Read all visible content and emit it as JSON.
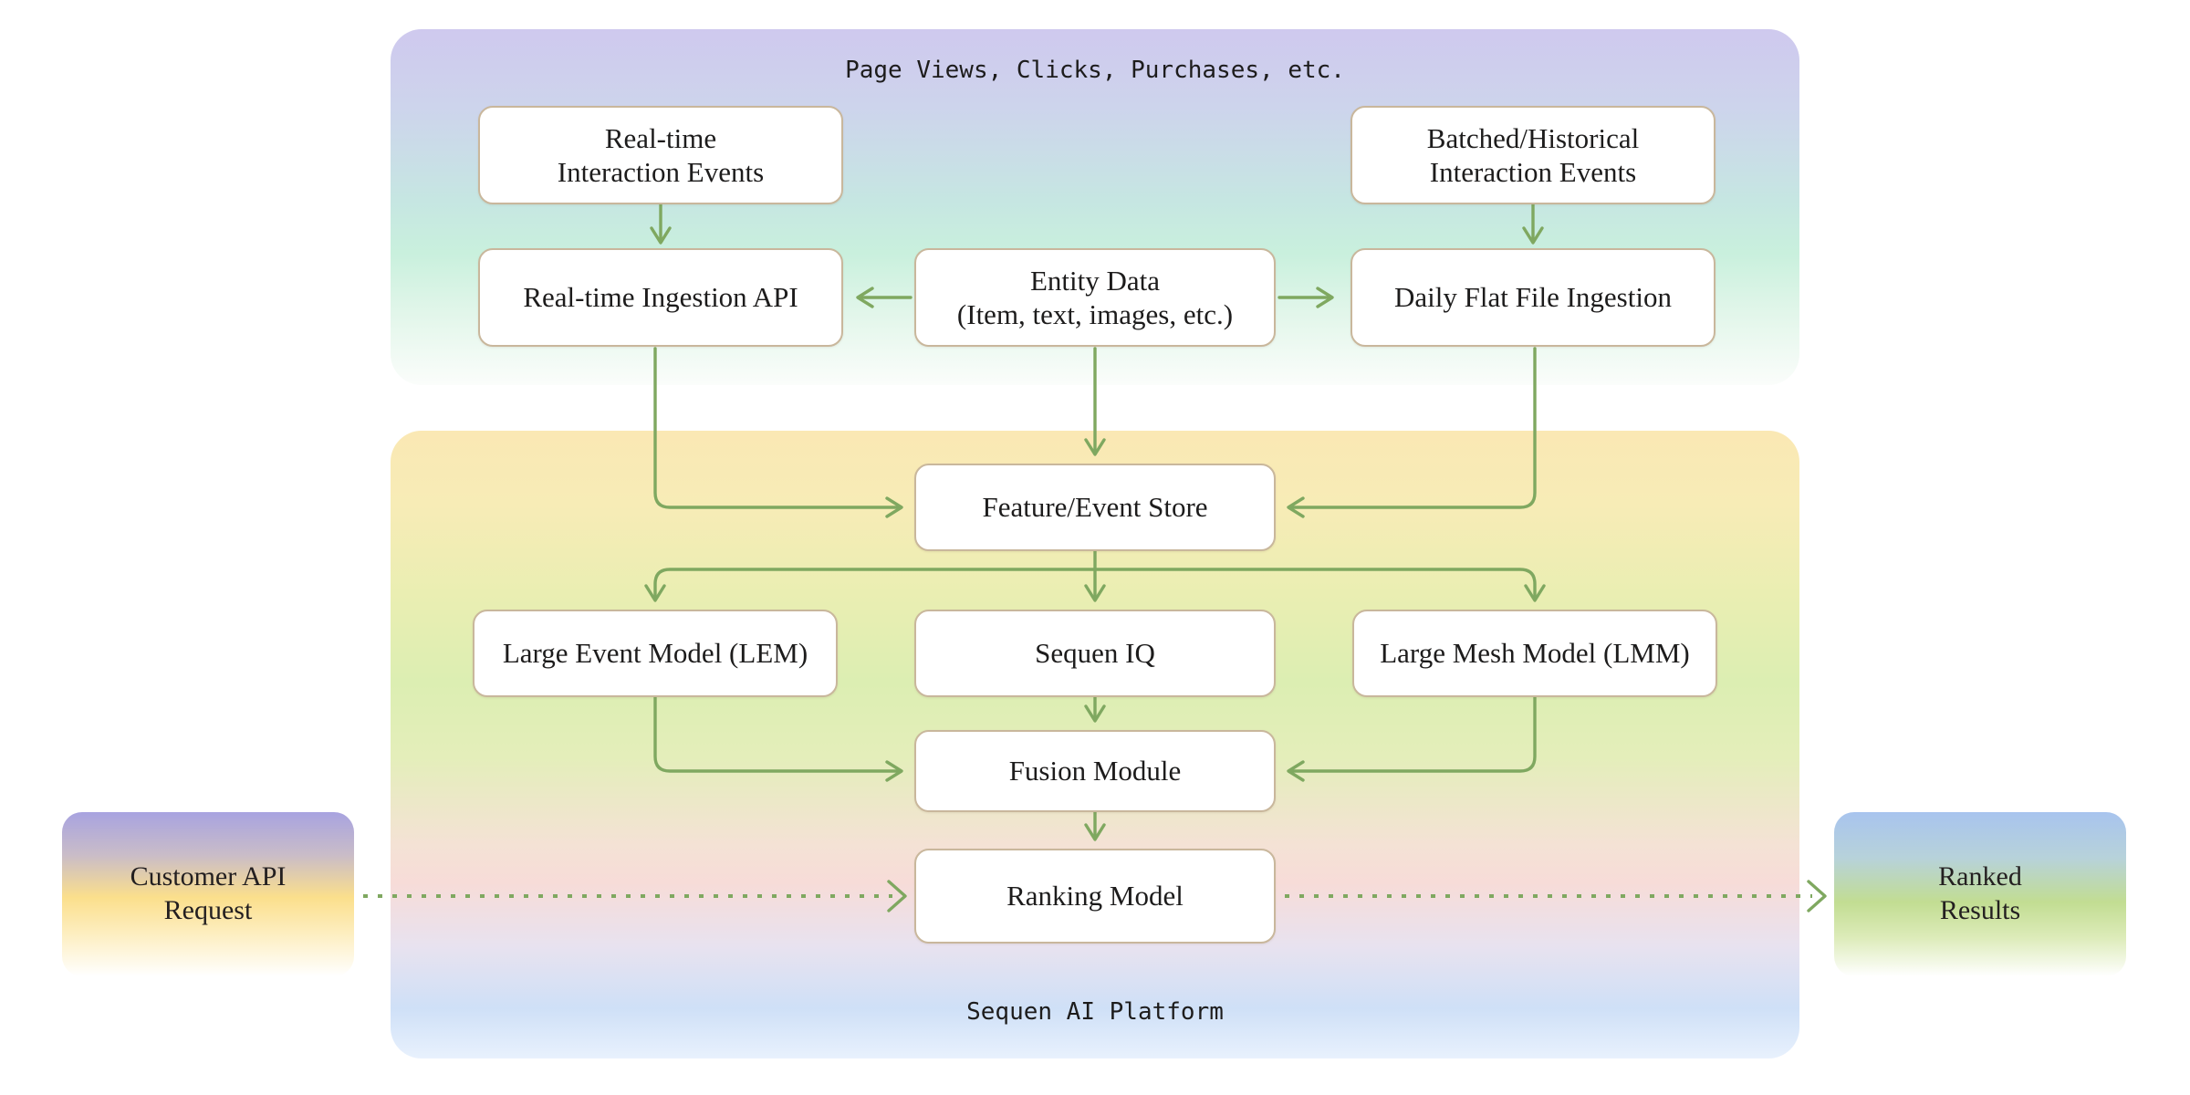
{
  "diagram": {
    "title_caption": "Page Views, Clicks, Purchases, etc.",
    "footer_caption": "Sequen AI Platform",
    "accent_color": "#7fa860",
    "node_border_color": "#c9b79c",
    "panels": [
      {
        "name": "ingestion-panel",
        "gradient": "purple-to-mint-to-white"
      },
      {
        "name": "platform-panel",
        "gradient": "amber-to-green-to-blue"
      }
    ],
    "nodes": {
      "realtime_events": "Real-time\nInteraction Events",
      "realtime_events_line1": "Real-time",
      "realtime_events_line2": "Interaction Events",
      "batched_events_line1": "Batched/Historical",
      "batched_events_line2": "Interaction Events",
      "realtime_api": "Real-time Ingestion API",
      "entity_data_line1": "Entity Data",
      "entity_data_line2": "(Item, text, images, etc.)",
      "flat_file": "Daily Flat File Ingestion",
      "feature_store": "Feature/Event Store",
      "lem": "Large Event Model (LEM)",
      "sequen_iq": "Sequen IQ",
      "lmm": "Large Mesh Model (LMM)",
      "fusion": "Fusion Module",
      "ranking": "Ranking Model"
    },
    "external": {
      "customer_request_line1": "Customer API",
      "customer_request_line2": "Request",
      "ranked_results_line1": "Ranked",
      "ranked_results_line2": "Results"
    },
    "edges": [
      {
        "from": "realtime_events",
        "to": "realtime_api",
        "style": "solid"
      },
      {
        "from": "batched_events",
        "to": "flat_file",
        "style": "solid"
      },
      {
        "from": "entity_data",
        "to": "realtime_api",
        "style": "solid"
      },
      {
        "from": "entity_data",
        "to": "flat_file",
        "style": "solid"
      },
      {
        "from": "entity_data",
        "to": "feature_store",
        "style": "solid"
      },
      {
        "from": "realtime_api",
        "to": "feature_store",
        "style": "solid-elbow"
      },
      {
        "from": "flat_file",
        "to": "feature_store",
        "style": "solid-elbow"
      },
      {
        "from": "feature_store",
        "to": "lem",
        "style": "solid-elbow"
      },
      {
        "from": "feature_store",
        "to": "sequen_iq",
        "style": "solid"
      },
      {
        "from": "feature_store",
        "to": "lmm",
        "style": "solid-elbow"
      },
      {
        "from": "lem",
        "to": "fusion",
        "style": "solid-elbow"
      },
      {
        "from": "sequen_iq",
        "to": "fusion",
        "style": "solid"
      },
      {
        "from": "lmm",
        "to": "fusion",
        "style": "solid-elbow"
      },
      {
        "from": "fusion",
        "to": "ranking",
        "style": "solid"
      },
      {
        "from": "customer_request",
        "to": "ranking",
        "style": "dotted"
      },
      {
        "from": "ranking",
        "to": "ranked_results",
        "style": "dotted"
      }
    ]
  }
}
